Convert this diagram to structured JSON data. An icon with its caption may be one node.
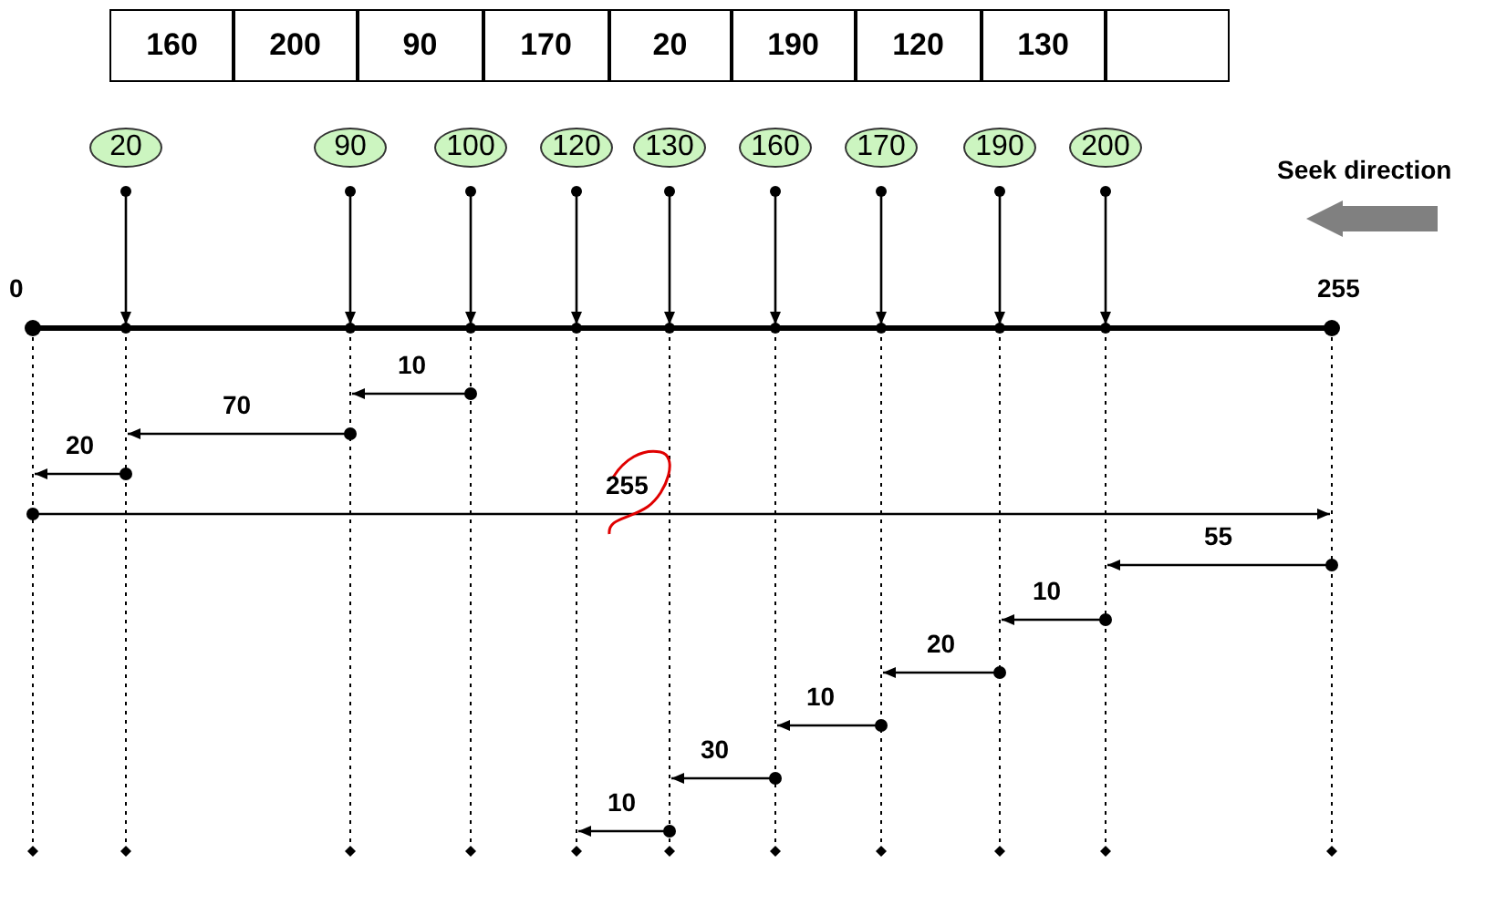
{
  "diagram": {
    "nodes": [
      {
        "text": [
          "20"
        ]
      },
      {
        "text": [
          "90"
        ]
      },
      {
        "text": [
          "100"
        ]
      },
      {
        "text": [
          "120"
        ]
      },
      {
        "text": [
          "130"
        ]
      },
      {
        "text": [
          "160"
        ]
      },
      {
        "text": [
          "170"
        ]
      },
      {
        "text": [
          "190"
        ]
      },
      {
        "text": [
          "200"
        ]
      }
    ],
    "edges": [
      {
        "from": 0,
        "to": null,
        "arrow": "to"
      },
      {
        "from": 1,
        "to": null,
        "arrow": "to"
      },
      {
        "from": 2,
        "to": null,
        "arrow": "to"
      },
      {
        "from": 3,
        "to": null,
        "arrow": "to"
      },
      {
        "from": 4,
        "to": null,
        "arrow": "to"
      },
      {
        "from": 5,
        "to": null,
        "arrow": "to"
      },
      {
        "from": 6,
        "to": null,
        "arrow": "to"
      },
      {
        "from": 7,
        "to": null,
        "arrow": "to"
      },
      {
        "from": 8,
        "to": null,
        "arrow": "to"
      }
    ],
    "labels": [
      "160",
      "200",
      "90",
      "170",
      "20",
      "190",
      "120",
      "130",
      "Seek direction",
      "0",
      "255",
      "10",
      "70",
      "20",
      "255",
      "55",
      "10",
      "20",
      "10",
      "30",
      "10"
    ]
  }
}
